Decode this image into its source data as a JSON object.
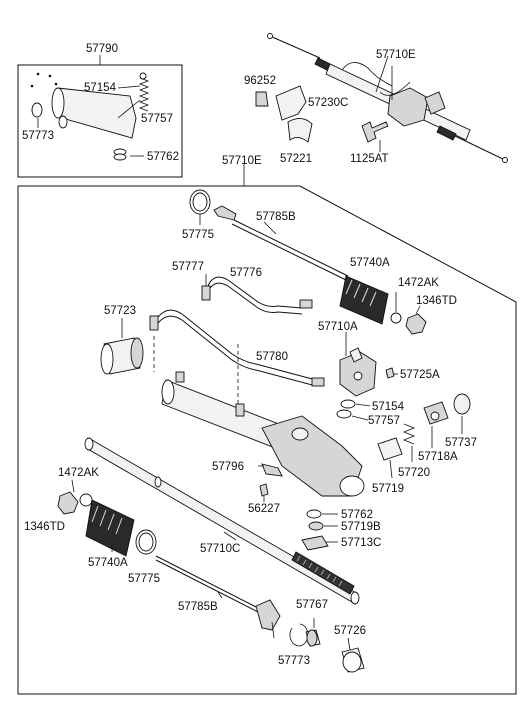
{
  "labels": {
    "l57790": "57790",
    "l57154a": "57154",
    "l57757a": "57757",
    "l57773a": "57773",
    "l57762a": "57762",
    "l57710Ea": "57710E",
    "l96252": "96252",
    "l57230C": "57230C",
    "l57221": "57221",
    "l1125AT": "1125AT",
    "l57710Eb": "57710E",
    "l57775a": "57775",
    "l57785Ba": "57785B",
    "l57777": "57777",
    "l57776": "57776",
    "l57740Aa": "57740A",
    "l1472AKa": "1472AK",
    "l1346TDa": "1346TD",
    "l57723": "57723",
    "l57710A": "57710A",
    "l57780": "57780",
    "l57725A": "57725A",
    "l57154b": "57154",
    "l57757b": "57757",
    "l57737": "57737",
    "l57718A": "57718A",
    "l57720": "57720",
    "l57719": "57719",
    "l57796": "57796",
    "l56227": "56227",
    "l1472AKb": "1472AK",
    "l1346TDb": "1346TD",
    "l57762b": "57762",
    "l57719B": "57719B",
    "l57713C": "57713C",
    "l57740Ab": "57740A",
    "l57775b": "57775",
    "l57710C": "57710C",
    "l57785Bb": "57785B",
    "l57767": "57767",
    "l57726": "57726",
    "l57773b": "57773"
  }
}
